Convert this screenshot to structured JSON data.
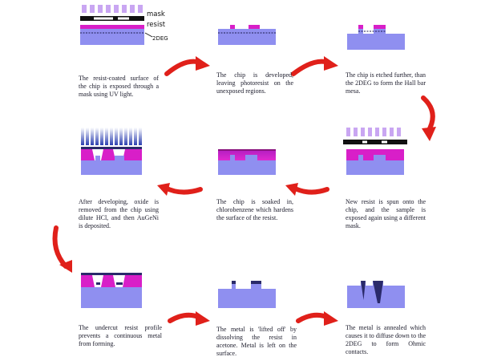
{
  "labels": {
    "mask": "mask",
    "resist": "resist",
    "twodeg": "2DEG"
  },
  "steps": [
    {
      "caption": "The resist-coated surface of the chip is exposed through a mask using UV light."
    },
    {
      "caption": "The chip is developed, leaving photoresist on the unexposed regions."
    },
    {
      "caption": "The chip is etched further, than the 2DEG to form the Hall bar mesa."
    },
    {
      "caption": "New resist is spun onto the chip, and the sample is exposed again using a different mask."
    },
    {
      "caption": "The chip is soaked in, chlorobenzene which hardens the surface of the resist."
    },
    {
      "caption": "After developing, oxide is removed from the chip using dilute HCl, and then AuGeNi is deposited."
    },
    {
      "caption": "The undercut resist profile prevents a continuous metal from forming."
    },
    {
      "caption": "The metal is 'lifted off' by dissolving the resist in acetone. Metal is left on the surface."
    },
    {
      "caption": "The metal is annealed which causes it to diffuse down to the 2DEG to form Ohmic contacts."
    }
  ],
  "colors": {
    "substrate": "#8f8ff0",
    "resist": "#d81fc8",
    "metal": "#2a2a6a",
    "uv": "#c9a6f2",
    "arrow": "#e0201a"
  }
}
